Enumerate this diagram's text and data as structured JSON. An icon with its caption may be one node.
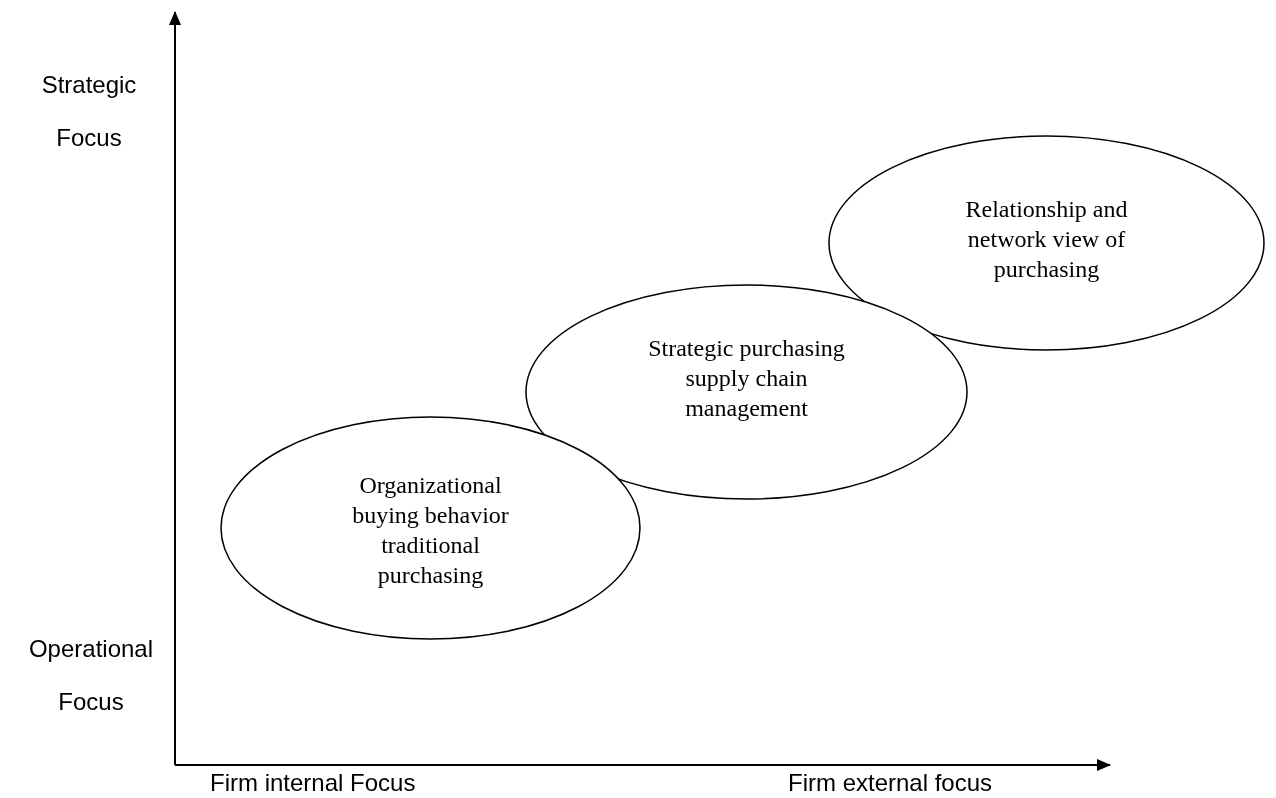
{
  "diagram": {
    "nodes": [
      {
        "text": [
          "Organizational buying behavior traditional purchasing"
        ]
      },
      {
        "text": [
          "Strategic purchasing supply chain management"
        ]
      },
      {
        "text": [
          "Relationship and network view of purchasing"
        ]
      }
    ],
    "labels": [
      "Strategic Focus",
      "Operational Focus",
      "Firm internal Focus",
      "Firm external focus"
    ]
  }
}
